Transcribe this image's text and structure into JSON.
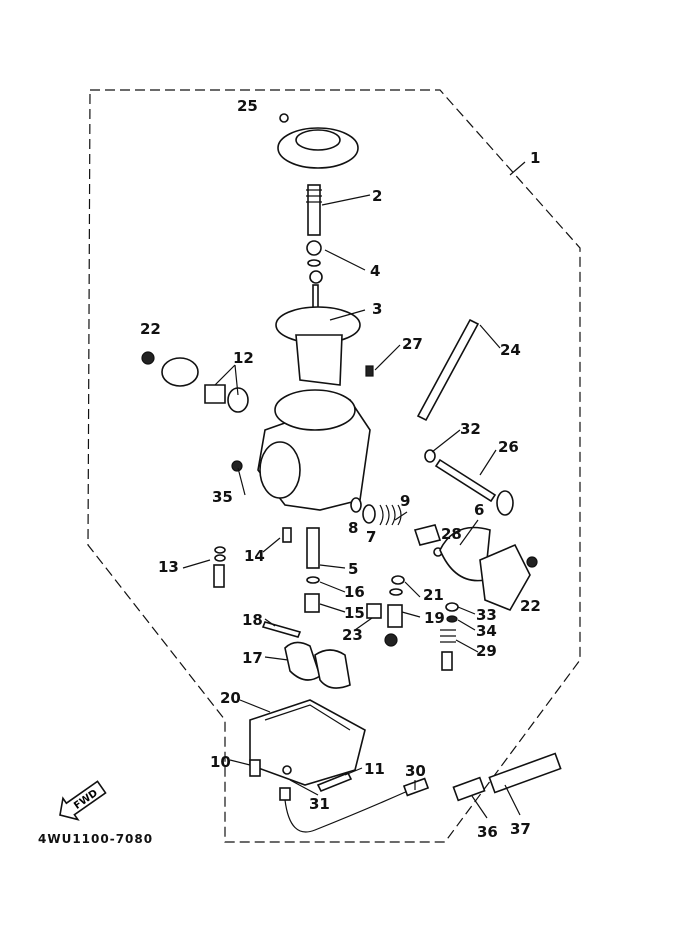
{
  "diagram": {
    "drawing_code": "4WU1100-7080",
    "fwd_label": "FWD",
    "part_labels": [
      "25",
      "1",
      "2",
      "4",
      "3",
      "22",
      "12",
      "27",
      "24",
      "32",
      "26",
      "35",
      "9",
      "6",
      "8",
      "7",
      "28",
      "14",
      "13",
      "5",
      "21",
      "16",
      "15",
      "33",
      "19",
      "23",
      "34",
      "18",
      "29",
      "17",
      "20",
      "10",
      "11",
      "30",
      "31",
      "36",
      "37",
      "22"
    ]
  }
}
